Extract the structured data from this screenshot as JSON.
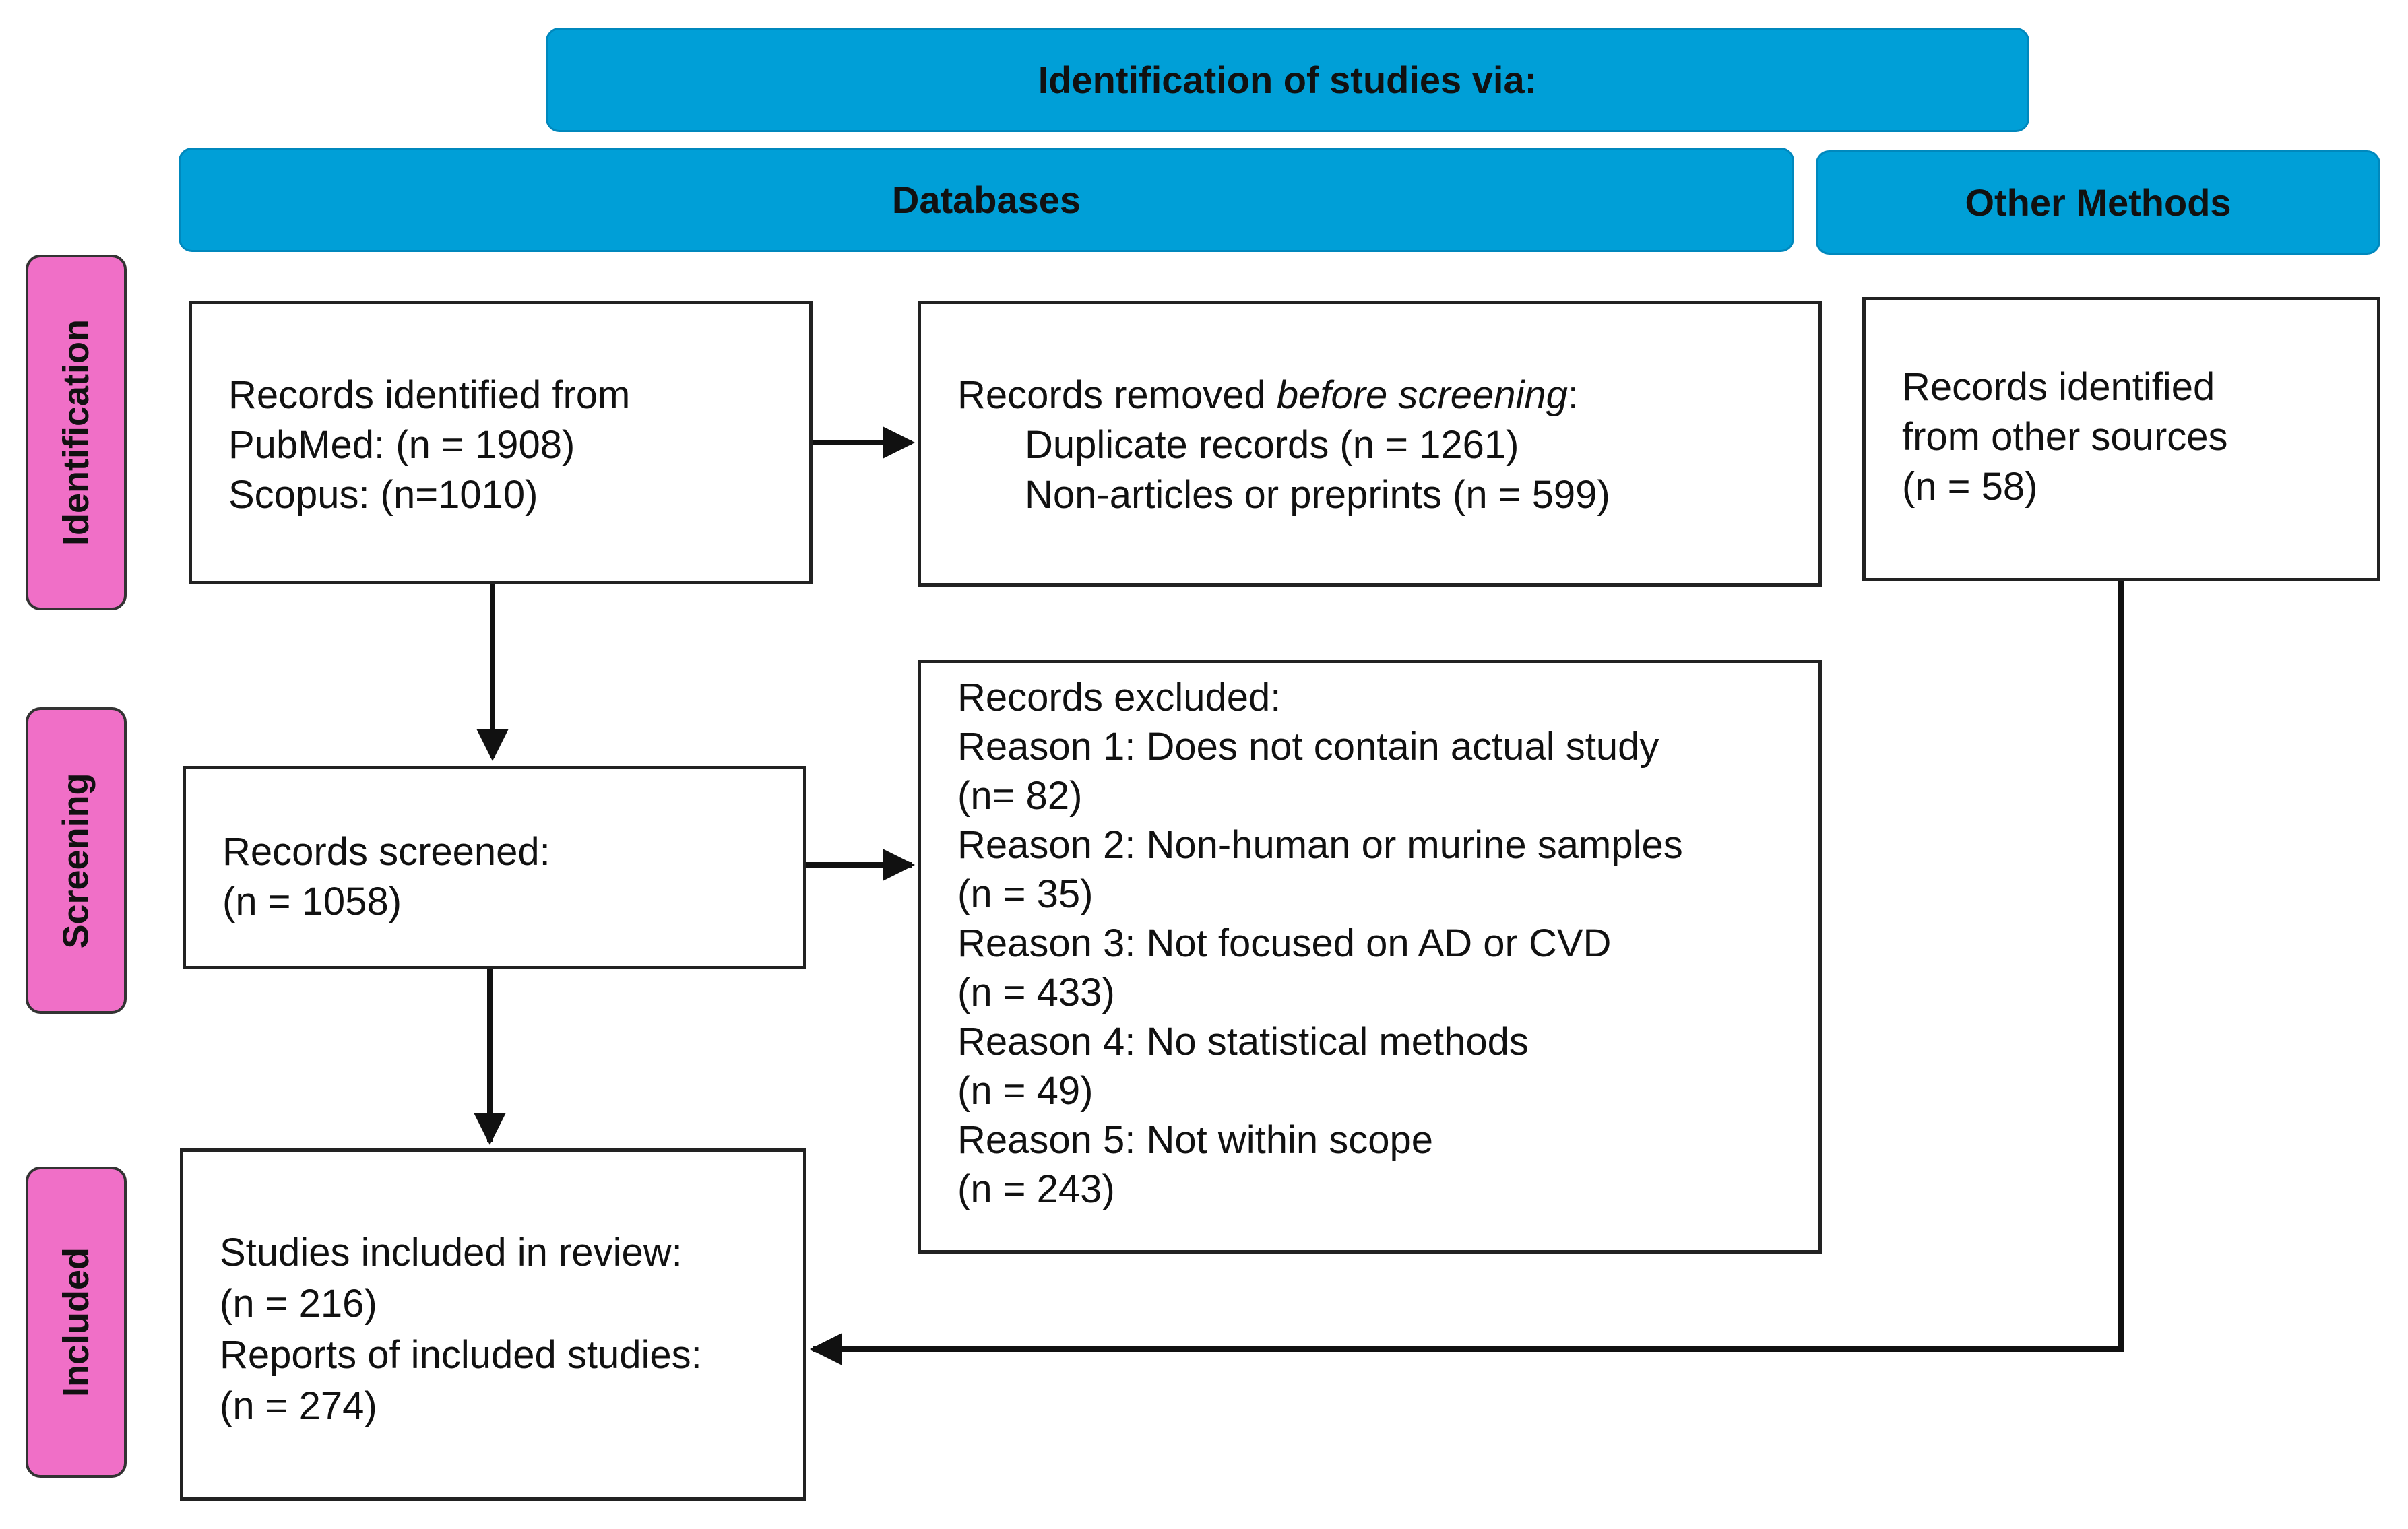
{
  "headers": {
    "identification_via": "Identification of studies via:",
    "databases": "Databases",
    "other_methods": "Other Methods"
  },
  "stages": {
    "identification": "Identification",
    "screening": "Screening",
    "included": "Included"
  },
  "boxes": {
    "records_identified": {
      "line1": "Records identified from",
      "line2": "PubMed: (n = 1908)",
      "line3": "Scopus: (n=1010)"
    },
    "records_removed": {
      "title_prefix": "Records removed ",
      "title_italic": "before screening",
      "title_suffix": ":",
      "line2": "Duplicate records (n = 1261)",
      "line3": "Non-articles or preprints (n = 599)"
    },
    "other_sources": {
      "line1": "Records identified",
      "line2": "from other sources",
      "line3": "(n = 58)"
    },
    "records_screened": {
      "line1": "Records screened:",
      "line2": "(n = 1058)"
    },
    "records_excluded": {
      "title": "Records excluded:",
      "reasons": [
        {
          "label": "Reason 1: Does not contain actual study",
          "count": "(n= 82)"
        },
        {
          "label": "Reason 2: Non-human or murine samples",
          "count": "(n = 35)"
        },
        {
          "label": "Reason 3: Not focused on AD or CVD",
          "count": "(n = 433)"
        },
        {
          "label": "Reason 4: No statistical methods",
          "count": "(n = 49)"
        },
        {
          "label": "Reason 5: Not within scope",
          "count": "(n = 243)"
        }
      ]
    },
    "studies_included": {
      "line1": "Studies included in review:",
      "line2": "(n = 216)",
      "line3": "Reports of included studies:",
      "line4": "(n = 274)"
    }
  },
  "colors": {
    "header_blue": "#009fd7",
    "stage_pink": "#f06fc7",
    "line": "#111111"
  }
}
